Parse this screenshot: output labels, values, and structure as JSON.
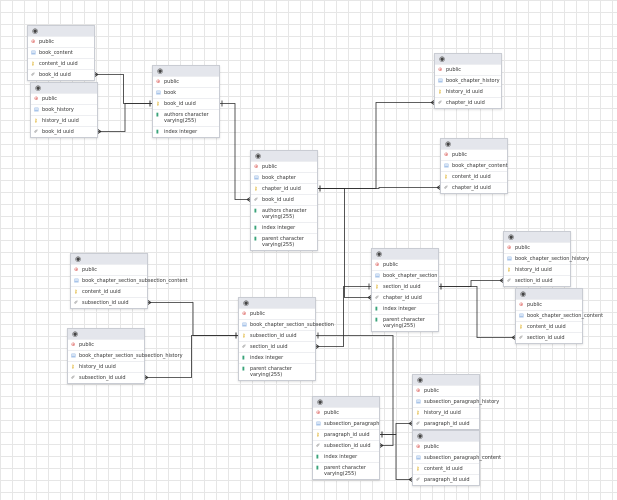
{
  "tables": [
    {
      "id": "book_content",
      "schema": "public",
      "name": "book_content",
      "columns": [
        {
          "text": "content_id uuid",
          "icon": "key"
        },
        {
          "text": "book_id uuid",
          "icon": "fk"
        }
      ]
    },
    {
      "id": "book_history",
      "schema": "public",
      "name": "book_history",
      "columns": [
        {
          "text": "history_id uuid",
          "icon": "key"
        },
        {
          "text": "book_id uuid",
          "icon": "fk"
        }
      ]
    },
    {
      "id": "book",
      "schema": "public",
      "name": "book",
      "columns": [
        {
          "text": "book_id uuid",
          "icon": "key"
        },
        {
          "text": "authors character varying(255)",
          "icon": "col"
        },
        {
          "text": "index integer",
          "icon": "col"
        }
      ]
    },
    {
      "id": "book_chapter_history",
      "schema": "public",
      "name": "book_chapter_history",
      "columns": [
        {
          "text": "history_id uuid",
          "icon": "key"
        },
        {
          "text": "chapter_id uuid",
          "icon": "fk"
        }
      ]
    },
    {
      "id": "book_chapter_content",
      "schema": "public",
      "name": "book_chapter_content",
      "columns": [
        {
          "text": "content_id uuid",
          "icon": "key"
        },
        {
          "text": "chapter_id uuid",
          "icon": "fk"
        }
      ]
    },
    {
      "id": "book_chapter",
      "schema": "public",
      "name": "book_chapter",
      "columns": [
        {
          "text": "chapter_id uuid",
          "icon": "key"
        },
        {
          "text": "book_id uuid",
          "icon": "fk"
        },
        {
          "text": "authors character varying(255)",
          "icon": "col"
        },
        {
          "text": "index integer",
          "icon": "col"
        },
        {
          "text": "parent character varying(255)",
          "icon": "col"
        }
      ]
    },
    {
      "id": "book_chapter_section_subsection_content",
      "schema": "public",
      "name": "book_chapter_section_subsection_content",
      "columns": [
        {
          "text": "content_id uuid",
          "icon": "key"
        },
        {
          "text": "subsection_id uuid",
          "icon": "fk"
        }
      ]
    },
    {
      "id": "book_chapter_section",
      "schema": "public",
      "name": "book_chapter_section",
      "columns": [
        {
          "text": "section_id uuid",
          "icon": "key"
        },
        {
          "text": "chapter_id uuid",
          "icon": "fk"
        },
        {
          "text": "index integer",
          "icon": "col"
        },
        {
          "text": "parent character varying(255)",
          "icon": "col"
        }
      ]
    },
    {
      "id": "book_chapter_section_history",
      "schema": "public",
      "name": "book_chapter_section_history",
      "columns": [
        {
          "text": "history_id uuid",
          "icon": "key"
        },
        {
          "text": "section_id uuid",
          "icon": "fk"
        }
      ]
    },
    {
      "id": "book_chapter_section_content",
      "schema": "public",
      "name": "book_chapter_section_content",
      "columns": [
        {
          "text": "content_id uuid",
          "icon": "key"
        },
        {
          "text": "section_id uuid",
          "icon": "fk"
        }
      ]
    },
    {
      "id": "book_chapter_section_subsection",
      "schema": "public",
      "name": "book_chapter_section_subsection",
      "columns": [
        {
          "text": "subsection_id uuid",
          "icon": "key"
        },
        {
          "text": "section_id uuid",
          "icon": "fk"
        },
        {
          "text": "index integer",
          "icon": "col"
        },
        {
          "text": "parent character varying(255)",
          "icon": "col"
        }
      ]
    },
    {
      "id": "book_chapter_section_subsection_history",
      "schema": "public",
      "name": "book_chapter_section_subsection_history",
      "columns": [
        {
          "text": "history_id uuid",
          "icon": "key"
        },
        {
          "text": "subsection_id uuid",
          "icon": "fk"
        }
      ]
    },
    {
      "id": "subsection_paragraph_history",
      "schema": "public",
      "name": "subsection_paragraph_history",
      "columns": [
        {
          "text": "history_id uuid",
          "icon": "key"
        },
        {
          "text": "paragraph_id uuid",
          "icon": "fk"
        }
      ]
    },
    {
      "id": "subsection_paragraph",
      "schema": "public",
      "name": "subsection_paragraph",
      "columns": [
        {
          "text": "paragraph_id uuid",
          "icon": "key"
        },
        {
          "text": "subsection_id uuid",
          "icon": "fk"
        },
        {
          "text": "index integer",
          "icon": "col"
        },
        {
          "text": "parent character varying(255)",
          "icon": "col"
        }
      ]
    },
    {
      "id": "subsection_paragraph_content",
      "schema": "public",
      "name": "subsection_paragraph_content",
      "columns": [
        {
          "text": "content_id uuid",
          "icon": "key"
        },
        {
          "text": "paragraph_id uuid",
          "icon": "fk"
        }
      ]
    }
  ],
  "relations": [
    {
      "from": "book_content",
      "col": 1,
      "to": "book"
    },
    {
      "from": "book_history",
      "col": 1,
      "to": "book"
    },
    {
      "from": "book_chapter",
      "col": 1,
      "to": "book"
    },
    {
      "from": "book_chapter_history",
      "col": 1,
      "to": "book_chapter"
    },
    {
      "from": "book_chapter_content",
      "col": 1,
      "to": "book_chapter"
    },
    {
      "from": "book_chapter_section",
      "col": 1,
      "to": "book_chapter"
    },
    {
      "from": "book_chapter_section_history",
      "col": 1,
      "to": "book_chapter_section"
    },
    {
      "from": "book_chapter_section_content",
      "col": 1,
      "to": "book_chapter_section"
    },
    {
      "from": "book_chapter_section_subsection",
      "col": 1,
      "to": "book_chapter_section"
    },
    {
      "from": "book_chapter_section_subsection_content",
      "col": 1,
      "to": "book_chapter_section_subsection"
    },
    {
      "from": "book_chapter_section_subsection_history",
      "col": 1,
      "to": "book_chapter_section_subsection"
    },
    {
      "from": "subsection_paragraph",
      "col": 1,
      "to": "book_chapter_section_subsection"
    },
    {
      "from": "subsection_paragraph_history",
      "col": 1,
      "to": "subsection_paragraph"
    },
    {
      "from": "subsection_paragraph_content",
      "col": 1,
      "to": "subsection_paragraph"
    }
  ]
}
